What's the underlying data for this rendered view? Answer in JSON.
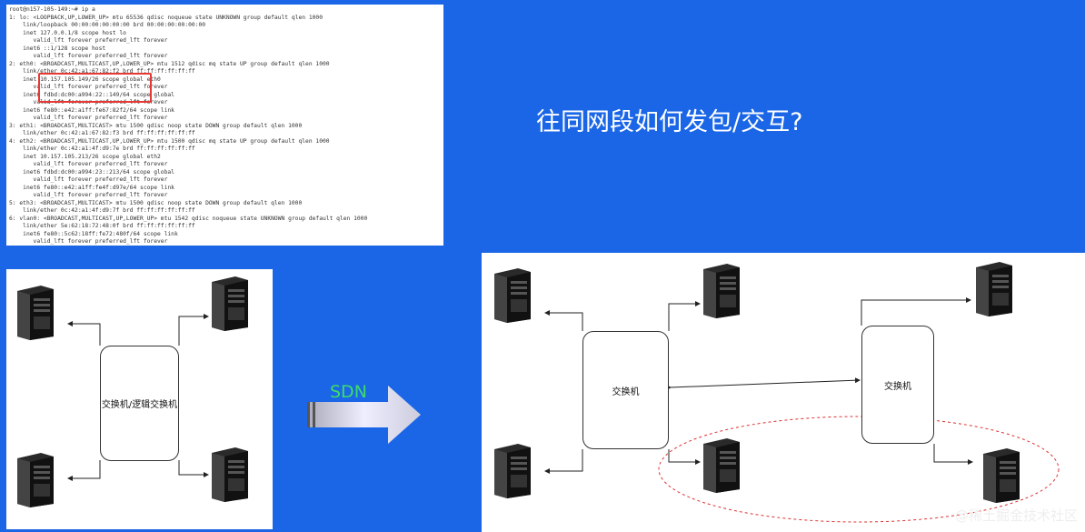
{
  "terminal": {
    "lines": [
      "root@n157-105-149:~# ip a",
      "1: lo: <LOOPBACK,UP,LOWER_UP> mtu 65536 qdisc noqueue state UNKNOWN group default qlen 1000",
      "    link/loopback 00:00:00:00:00:00 brd 00:00:00:00:00:00",
      "    inet 127.0.0.1/8 scope host lo",
      "       valid_lft forever preferred_lft forever",
      "    inet6 ::1/128 scope host",
      "       valid_lft forever preferred_lft forever",
      "2: eth0: <BROADCAST,MULTICAST,UP,LOWER_UP> mtu 1512 qdisc mq state UP group default qlen 1000",
      "    link/ether 0c:42:a1:67:82:f2 brd ff:ff:ff:ff:ff:ff",
      "    inet 10.157.105.149/26 scope global eth0",
      "       valid_lft forever preferred_lft forever",
      "    inet6 fdbd:dc00:a994:22::149/64 scope global",
      "       valid_lft forever preferred_lft forever",
      "    inet6 fe80::e42:a1ff:fe67:82f2/64 scope link",
      "       valid_lft forever preferred_lft forever",
      "3: eth1: <BROADCAST,MULTICAST> mtu 1500 qdisc noop state DOWN group default qlen 1000",
      "    link/ether 0c:42:a1:67:82:f3 brd ff:ff:ff:ff:ff:ff",
      "4: eth2: <BROADCAST,MULTICAST,UP,LOWER_UP> mtu 1500 qdisc mq state UP group default qlen 1000",
      "    link/ether 0c:42:a1:4f:d9:7e brd ff:ff:ff:ff:ff:ff",
      "    inet 10.157.105.213/26 scope global eth2",
      "       valid_lft forever preferred_lft forever",
      "    inet6 fdbd:dc00:a994:23::213/64 scope global",
      "       valid_lft forever preferred_lft forever",
      "    inet6 fe80::e42:a1ff:fe4f:d97e/64 scope link",
      "       valid_lft forever preferred_lft forever",
      "5: eth3: <BROADCAST,MULTICAST> mtu 1500 qdisc noop state DOWN group default qlen 1000",
      "    link/ether 0c:42:a1:4f:d9:7f brd ff:ff:ff:ff:ff:ff",
      "6: vlan0: <BROADCAST,MULTICAST,UP,LOWER_UP> mtu 1542 qdisc noqueue state UNKNOWN group default qlen 1000",
      "    link/ether 5e:62:18:72:48:0f brd ff:ff:ff:ff:ff:ff",
      "    inet6 fe80::5c62:18ff:fe72:480f/64 scope link",
      "       valid_lft forever preferred_lft forever"
    ]
  },
  "title": "往同网段如何发包/交互?",
  "left_diagram": {
    "switch_label": "交换机/逻辑交换机"
  },
  "arrow_label": "SDN",
  "right_diagram": {
    "switch1_label": "交换机",
    "switch2_label": "交换机"
  },
  "watermark": "@稀土掘金技术社区"
}
